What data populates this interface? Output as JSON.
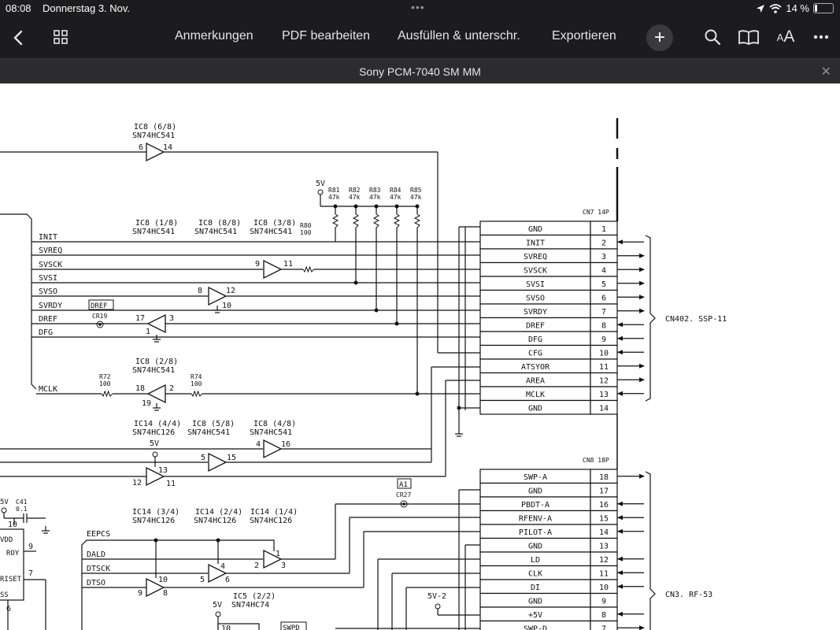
{
  "statusbar": {
    "time": "08:08",
    "date": "Donnerstag 3. Nov.",
    "battery": "14 %",
    "battery_level": 0.14
  },
  "toolbar": {
    "annotations": "Anmerkungen",
    "edit_pdf": "PDF bearbeiten",
    "fill_sign": "Ausfüllen & unterschr.",
    "export": "Exportieren",
    "text_size": "AA"
  },
  "icons": {
    "back": "chevron-left-icon",
    "grid": "grid-icon",
    "add": "plus-icon",
    "search": "search-icon",
    "reader": "book-icon",
    "font": "text-size-icon",
    "more": "more-icon",
    "close": "close-icon"
  },
  "document": {
    "title": "Sony PCM-7040 SM MM"
  },
  "schematic": {
    "ic_labels": [
      {
        "id": "IC8 (6/8)",
        "part": "SN74HC541"
      },
      {
        "id": "IC8 (1/8)",
        "part": "SN74HC541"
      },
      {
        "id": "IC8 (8/8)",
        "part": "SN74HC541"
      },
      {
        "id": "IC8 (3/8)",
        "part": "SN74HC541"
      },
      {
        "id": "IC8 (2/8)",
        "part": "SN74HC541"
      },
      {
        "id": "IC14 (4/4)",
        "part": "SN74HC126"
      },
      {
        "id": "IC8 (5/8)",
        "part": "SN74HC541"
      },
      {
        "id": "IC8 (4/8)",
        "part": "SN74HC541"
      },
      {
        "id": "IC14 (3/4)",
        "part": "SN74HC126"
      },
      {
        "id": "IC14 (2/4)",
        "part": "SN74HC126"
      },
      {
        "id": "IC14 (1/4)",
        "part": "SN74HC126"
      },
      {
        "id": "IC5 (2/2)",
        "part": "SN74HC74"
      }
    ],
    "resistors": [
      "R81",
      "R82",
      "R83",
      "R84",
      "R85"
    ],
    "resistor_value": "47k",
    "r80": {
      "name": "R80",
      "value": "100"
    },
    "r72": {
      "name": "R72",
      "value": "100"
    },
    "r74": {
      "name": "R74",
      "value": "100"
    },
    "vcc": "5V",
    "vcc2": "5V-2",
    "c41": {
      "name": "C41",
      "value": "0.1"
    },
    "left_signals": [
      "INIT",
      "SVREQ",
      "SVSCK",
      "SVSI",
      "SVSO",
      "SVRDY",
      "DREF",
      "DFG"
    ],
    "mclk": "MCLK",
    "dref_box": "DREF",
    "cr19": "CR19",
    "a1_box": "A1",
    "cr27": "CR27",
    "swpd_box": "SWPD",
    "eep_signals": [
      "EEPCS",
      "DALD",
      "DTSCK",
      "DTSO"
    ],
    "ic5_pins": {
      "vdd": "VDD",
      "roy": "ROY",
      "riset": "RISET",
      "vss": "SS"
    },
    "cn7": {
      "title": "CN7 14P",
      "rows": [
        {
          "signal": "GND",
          "pin": "1"
        },
        {
          "signal": "INIT",
          "pin": "2"
        },
        {
          "signal": "SVREQ",
          "pin": "3"
        },
        {
          "signal": "SVSCK",
          "pin": "4"
        },
        {
          "signal": "SVSI",
          "pin": "5"
        },
        {
          "signal": "SVSO",
          "pin": "6"
        },
        {
          "signal": "SVRDY",
          "pin": "7"
        },
        {
          "signal": "DREF",
          "pin": "8"
        },
        {
          "signal": "DFG",
          "pin": "9"
        },
        {
          "signal": "CFG",
          "pin": "10"
        },
        {
          "signal": "ATSYOR",
          "pin": "11"
        },
        {
          "signal": "AREA",
          "pin": "12"
        },
        {
          "signal": "MCLK",
          "pin": "13"
        },
        {
          "signal": "GND",
          "pin": "14"
        }
      ],
      "target": "CN402. SSP-11"
    },
    "cn8": {
      "title": "CN8 18P",
      "rows": [
        {
          "signal": "SWP-A",
          "pin": "18"
        },
        {
          "signal": "GND",
          "pin": "17"
        },
        {
          "signal": "PBDT-A",
          "pin": "16"
        },
        {
          "signal": "RFENV-A",
          "pin": "15"
        },
        {
          "signal": "PILOT-A",
          "pin": "14"
        },
        {
          "signal": "GND",
          "pin": "13"
        },
        {
          "signal": "LD",
          "pin": "12"
        },
        {
          "signal": "CLK",
          "pin": "11"
        },
        {
          "signal": "DI",
          "pin": "10"
        },
        {
          "signal": "GND",
          "pin": "9"
        },
        {
          "signal": "+5V",
          "pin": "8"
        },
        {
          "signal": "SWP-D",
          "pin": "7"
        }
      ],
      "target": "CN3. RF-53"
    },
    "pins": {
      "p6": "6",
      "p14": "14",
      "p9": "9",
      "p11": "11",
      "p8": "8",
      "p12": "12",
      "p10": "10",
      "p17": "17",
      "p3": "3",
      "p1": "1",
      "p18": "18",
      "p2": "2",
      "p19": "19",
      "p13": "13",
      "p5": "5",
      "p15": "15",
      "p4": "4",
      "p16": "16",
      "p7": "7"
    }
  }
}
